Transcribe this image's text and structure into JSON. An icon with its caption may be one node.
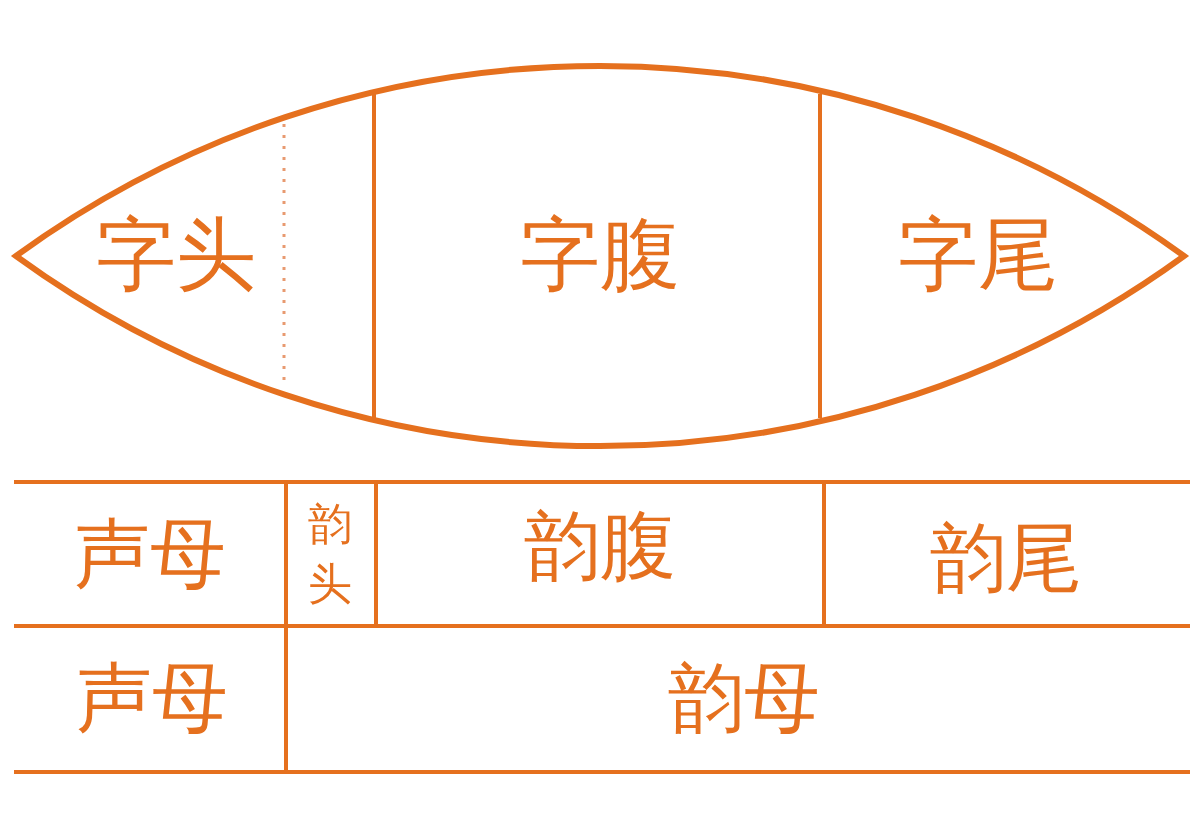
{
  "diagram": {
    "nodes": [
      {
        "text": [
          "字头"
        ]
      },
      {
        "text": [
          "字腹"
        ]
      },
      {
        "text": [
          "字尾"
        ]
      }
    ],
    "labels": [
      "声母",
      "韵头",
      "韵腹",
      "韵尾",
      "声母",
      "韵母"
    ]
  }
}
